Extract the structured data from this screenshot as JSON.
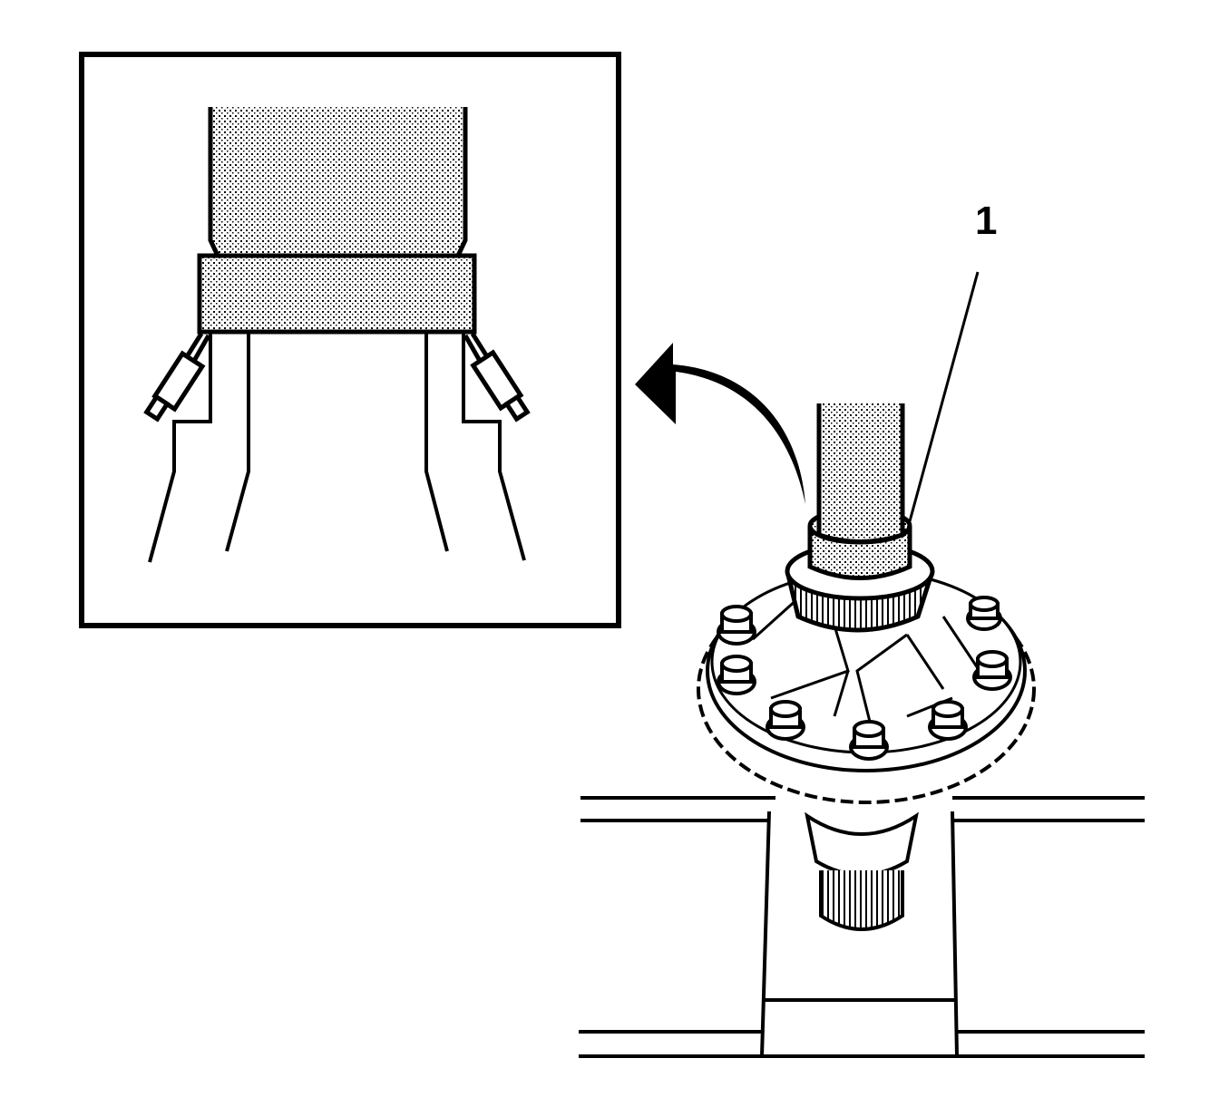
{
  "diagram": {
    "type": "technical-service-illustration",
    "subject": "Differential side bearing installation with driver tool",
    "callouts": [
      {
        "id": "1",
        "label": "1",
        "target": "bearing-installer-tool"
      }
    ],
    "detail_inset": {
      "shows": "Enlarged view of installer seating bearing"
    },
    "colors": {
      "line": "#000000",
      "background": "#ffffff",
      "stipple": "#000000"
    }
  }
}
